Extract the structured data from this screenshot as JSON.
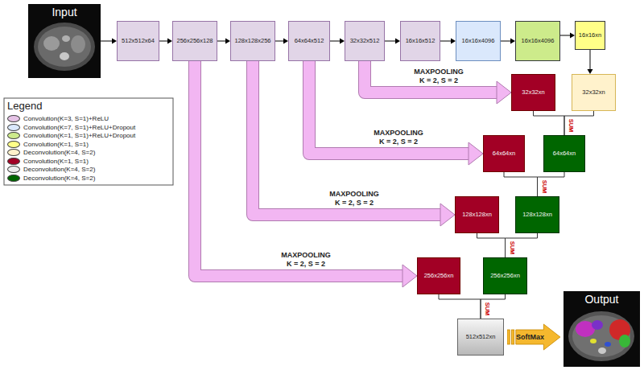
{
  "diagram": {
    "nodes": [
      {
        "text": [
          "Input"
        ]
      },
      {
        "text": [
          "512x512x64"
        ]
      },
      {
        "text": [
          "256x256x128"
        ]
      },
      {
        "text": [
          "128x128x256"
        ]
      },
      {
        "text": [
          "64x64x512"
        ]
      },
      {
        "text": [
          "32x32x512"
        ]
      },
      {
        "text": [
          "16x16x512"
        ]
      },
      {
        "text": [
          "16x16x4096"
        ]
      },
      {
        "text": [
          "16x16x4096"
        ]
      },
      {
        "text": [
          "16x16xn"
        ]
      },
      {
        "text": [
          "32x32xn"
        ]
      },
      {
        "text": [
          "32x32xn"
        ]
      },
      {
        "text": [
          "64x64xn"
        ]
      },
      {
        "text": [
          "64x64xn"
        ]
      },
      {
        "text": [
          "128x128xn"
        ]
      },
      {
        "text": [
          "128x128xn"
        ]
      },
      {
        "text": [
          "256x256xn"
        ]
      },
      {
        "text": [
          "256x256xn"
        ]
      },
      {
        "text": [
          "512x512xn"
        ]
      },
      {
        "text": [
          "SoftMax"
        ]
      },
      {
        "text": [
          "Output"
        ]
      }
    ],
    "edges": [
      {
        "from": 0,
        "to": 1,
        "arrow": "to"
      },
      {
        "from": 1,
        "to": 2,
        "arrow": "to"
      },
      {
        "from": 2,
        "to": 3,
        "arrow": "to"
      },
      {
        "from": 3,
        "to": 4,
        "arrow": "to"
      },
      {
        "from": 4,
        "to": 5,
        "arrow": "to"
      },
      {
        "from": 5,
        "to": 6,
        "arrow": "to"
      },
      {
        "from": 6,
        "to": 7,
        "arrow": "to"
      },
      {
        "from": 7,
        "to": 8,
        "arrow": "to"
      },
      {
        "from": 8,
        "to": 9,
        "arrow": "to"
      },
      {
        "from": 9,
        "to": 11,
        "arrow": "to"
      },
      {
        "from": 5,
        "to": 10,
        "label": "MAXPOOLING K = 2, S = 2",
        "arrow": "to"
      },
      {
        "from": 4,
        "to": 12,
        "label": "MAXPOOLING K = 2, S = 2",
        "arrow": "to"
      },
      {
        "from": 3,
        "to": 14,
        "label": "MAXPOOLING K = 2, S = 2",
        "arrow": "to"
      },
      {
        "from": 2,
        "to": 16,
        "label": "MAXPOOLING K = 2, S = 2",
        "arrow": "to"
      },
      {
        "from": 10,
        "to": 13,
        "arrow": "none"
      },
      {
        "from": 11,
        "to": 13,
        "arrow": "none"
      },
      {
        "from": 12,
        "to": 15,
        "arrow": "none"
      },
      {
        "from": 13,
        "to": 15,
        "arrow": "none"
      },
      {
        "from": 14,
        "to": 17,
        "arrow": "none"
      },
      {
        "from": 15,
        "to": 17,
        "arrow": "none"
      },
      {
        "from": 16,
        "to": 18,
        "arrow": "none"
      },
      {
        "from": 17,
        "to": 18,
        "arrow": "none"
      }
    ],
    "labels": [
      "Legend",
      "SUM",
      "SUM",
      "SUM",
      "SUM"
    ],
    "legend": [
      {
        "text": "Convolution(K=3, S=1)+ReLU",
        "color": "#e6c3e6"
      },
      {
        "text": "Convolution(K=7, S=1)+ReLU+Dropout",
        "color": "#dae8fc"
      },
      {
        "text": "Convolution(K=1, S=1)+ReLU+Dropout",
        "color": "#cdeb8b"
      },
      {
        "text": "Convolution(K=1, S=1)",
        "color": "#ffff88"
      },
      {
        "text": "Deconvolution(K=4, S=2)",
        "color": "#fff2cc"
      },
      {
        "text": "Convolution(K=1, S=1)",
        "color": "#a20025"
      },
      {
        "text": "Deconvolution(K=4, S=2)",
        "color": "#eeeeee"
      },
      {
        "text": "Deconvolution(K=4, S=2)",
        "color": "#006600"
      }
    ]
  }
}
